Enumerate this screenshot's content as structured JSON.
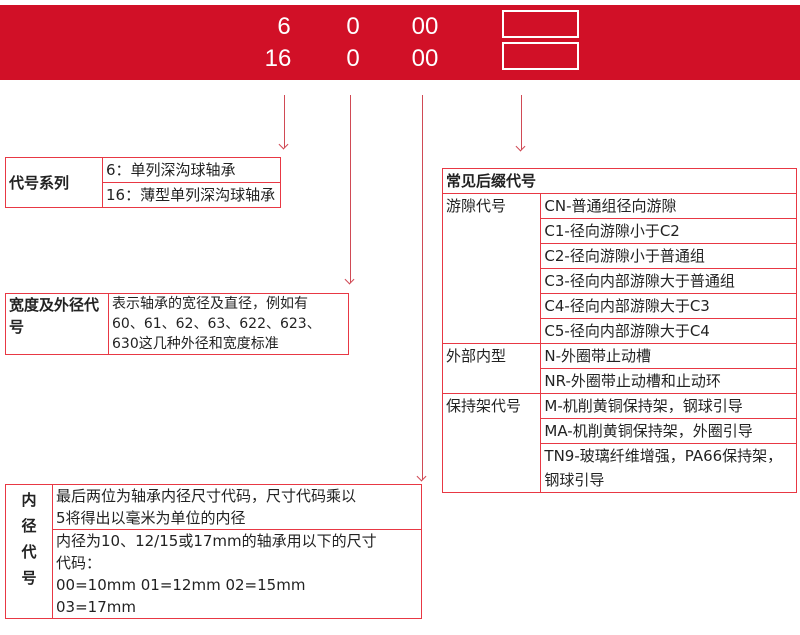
{
  "banner": {
    "row1": [
      "6",
      "0",
      "00"
    ],
    "row2": [
      "16",
      "0",
      "00"
    ]
  },
  "series": {
    "label": "代号系列",
    "items": [
      "6：单列深沟球轴承",
      "16：薄型单列深沟球轴承"
    ]
  },
  "width": {
    "label": "宽度及外径代号",
    "text": [
      "表示轴承的宽径及直径，例如有",
      "60、61、62、63、622、623、",
      "630这几种外径和宽度标准"
    ]
  },
  "bore": {
    "label": [
      "内",
      "径",
      "代",
      "号"
    ],
    "desc": [
      "最后两位为轴承内径尺寸代码，尺寸代码乘以",
      "5将得出以毫米为单位的内径"
    ],
    "special": [
      "内径为10、12/15或17mm的轴承用以下的尺寸",
      "代码：",
      "00=10mm 01=12mm 02=15mm",
      "03=17mm"
    ]
  },
  "suffix": {
    "title": "常见后缀代号",
    "groups": [
      {
        "label": "游隙代号",
        "items": [
          "CN-普通组径向游隙",
          "C1-径向游隙小于C2",
          "C2-径向游隙小于普通组",
          "C3-径向内部游隙大于普通组",
          "C4-径向内部游隙大于C3",
          "C5-径向内部游隙大于C4"
        ]
      },
      {
        "label": "外部内型",
        "items": [
          "N-外圈带止动槽",
          "NR-外圈带止动槽和止动环"
        ]
      },
      {
        "label": "保持架代号",
        "items": [
          "M-机削黄铜保持架，钢球引导",
          "MA-机削黄铜保持架，外圈引导",
          "TN9-玻璃纤维增强，PA66保持架，钢球引导"
        ]
      }
    ]
  }
}
